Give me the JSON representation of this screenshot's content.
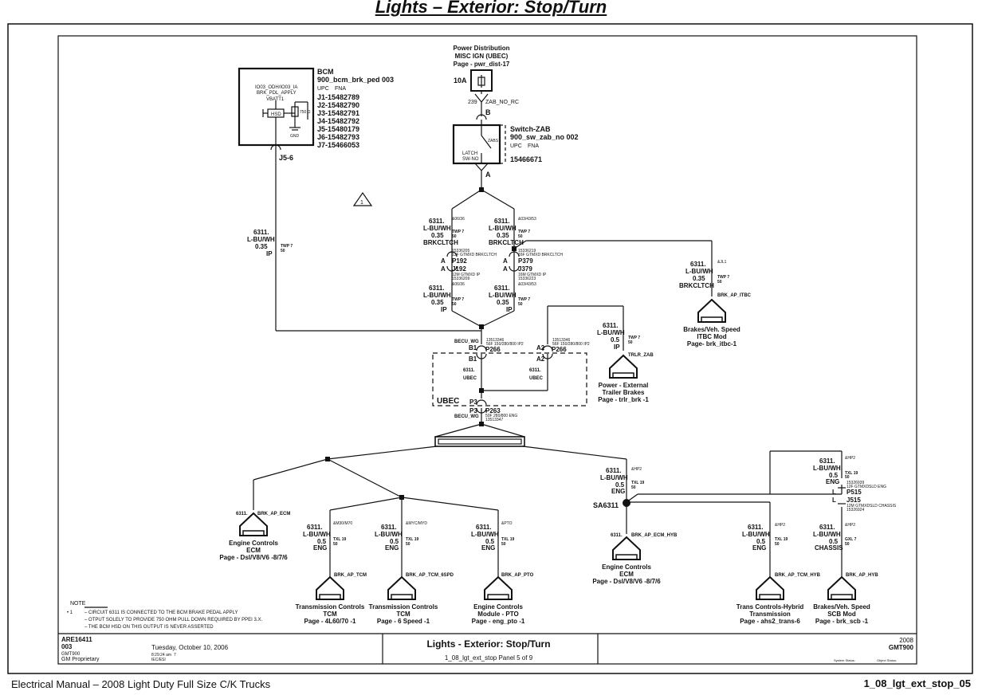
{
  "title": "Lights – Exterior: Stop/Turn",
  "footer_left": "Electrical Manual – 2008 Light Duty Full Size C/K Trucks",
  "footer_right": "1_08_lgt_ext_stop_05",
  "bcm": {
    "name": "BCM",
    "symbol": "900_bcm_brk_ped 003",
    "upc": "UPC",
    "fna": "FNA",
    "connectors": [
      "J1-15482789",
      "J2-15482790",
      "J3-15482791",
      "J4-15482792",
      "J5-15480179",
      "J6-15482793",
      "J7-15466053"
    ],
    "pin_func": "IO03_ODH/IO03_IA",
    "pin_func2": "BRK_PDL_APPLY",
    "vbatt": "VBATT1",
    "hsd": "HSD",
    "res": "750 Ω",
    "gnd": "GND",
    "pin": "J5-6"
  },
  "note_flag": "1",
  "power": {
    "name": "Power Distribution",
    "sub": "MISC IGN (UBEC)",
    "page": "Page - pwr_dist-17",
    "fuse": "10A",
    "circuit": "239",
    "wire": "ZAB_NO_RC",
    "pin_b": "B"
  },
  "switch": {
    "name": "Switch-ZAB",
    "symbol": "900_sw_zab_no 002",
    "upc": "UPC",
    "fna": "FNA",
    "pn": "15466671",
    "label": "ZABS",
    "latch": "LATCH",
    "swno": "SW-NO",
    "pin_a": "A"
  },
  "w": {
    "circ": "6311.",
    "lbuwh": "L-BU/WH",
    "s035": "0.35",
    "s05": "0.5",
    "twp7": "TWP 7",
    "txl19": "TXL 19",
    "gxl7": "GXL 7",
    "n50": "50",
    "ip": "IP",
    "eng": "ENG",
    "chassis": "CHASSIS",
    "brkcltch": "BRKCLTCH",
    "ubec": "UBEC"
  },
  "options": {
    "o1": "&06/36",
    "o2": "&03/43/53",
    "o3": "&JL1",
    "o4": "&HP2",
    "o5": "&M30/M70",
    "o6": "&MYC/MYD",
    "o7": "&PTO"
  },
  "conn": {
    "p192": "P192",
    "j192": "J192",
    "p192_top1": "15336205",
    "p192_top2": "12F GTMXD BRKCLTCH",
    "j192_b1": "12M GTMXD IP",
    "j192_b2": "15336209",
    "p379": "P379",
    "j379": "J379",
    "p379_top1": "15336219",
    "p379_top2": "16F GTMXD BRKCLTCH",
    "j379_b1": "16M GTMXD IP",
    "j379_b2": "15336223",
    "a": "A",
    "b1": "B1",
    "a2": "A2",
    "p3": "P3",
    "p266": "P266",
    "p266_1": "13513346",
    "p266_2": "56F 150/280/800 IP2",
    "p263": "P263",
    "p263_1": "50F 280/800 ENG",
    "p263_2": "13513347",
    "becu_wg": "BECU_WG",
    "l": "L",
    "p515": "P515",
    "j515": "J515",
    "p515_1": "15326939",
    "p515_2": "12F GTMXDSLD ENG",
    "j515_1": "12M GTMXDSLD CHASSIS",
    "j515_2": "15326924",
    "sa": "SA6311"
  },
  "wires": {
    "itbc": "BRK_AP_ITBC",
    "trlr": "TRLR_ZAB",
    "ecm": "BRK_AP_ECM",
    "tcm": "BRK_AP_TCM",
    "tcm6": "BRK_AP_TCM_6SPD",
    "pto": "BRK_AP_PTO",
    "ecmh": "BRK_AP_ECM_HYB",
    "tcmh": "BRK_AP_TCM_HYB",
    "hyb": "BRK_AP_HYB"
  },
  "modules": {
    "itbc": [
      "Brakes/Veh. Speed",
      "ITBC Mod",
      "Page- brk_itbc-1"
    ],
    "trlr": [
      "Power - External",
      "Trailer Brakes",
      "Page - trlr_brk -1"
    ],
    "ecm": [
      "Engine Controls",
      "ECM",
      "Page - Dsl/V8/V6 -8/7/6"
    ],
    "tcm": [
      "Transmission Controls",
      "TCM",
      "Page - 4L60/70 -1"
    ],
    "tcm6": [
      "Transmission Controls",
      "TCM",
      "Page - 6 Speed -1"
    ],
    "pto": [
      "Engine Controls",
      "Module - PTO",
      "Page - eng_pto -1"
    ],
    "ecmh": [
      "Engine Controls",
      "ECM",
      "Page - Dsl/V8/V6 -8/7/6"
    ],
    "tcmh": [
      "Trans Controls-Hybrid",
      "Transmission",
      "Page - ahs2_trans-6"
    ],
    "hyb": [
      "Brakes/Veh. Speed",
      "SCB Mod",
      "Page - brk_scb -1"
    ]
  },
  "note": {
    "label": "NOTE",
    "item": "• 1",
    "lines": [
      "– CIRCUIT 6311 IS CONNECTED TO THE BCM BRAKE PEDAL APPLY",
      "– OTPUT SOLELY TO PROVIDE 750 OHM PULL DOWN REQUIRED BY PPEI 3.X.",
      "– THE BCM HSD ON THIS OUTPUT IS NEVER ASSERTED"
    ]
  },
  "titleblock": {
    "id": "ARE16411",
    "rev": "003",
    "platform": "GMT900",
    "prop": "GM Proprietary",
    "date": "Tuesday, October 10, 2006",
    "time": "8:29:24 am",
    "seven": "7",
    "iec": "IEC/ESI",
    "title": "Lights - Exterior: Stop/Turn",
    "sub": "1_08_lgt_ext_stop  Panel      5 of 9",
    "year": "2008",
    "gmt": "GMT900",
    "status1": "System Status:",
    "status2": "Object Status:"
  }
}
